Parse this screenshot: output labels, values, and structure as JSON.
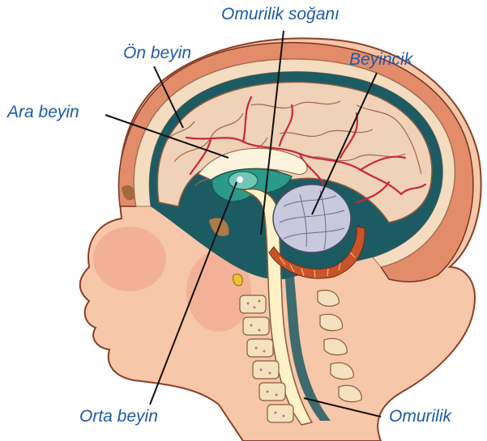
{
  "colors": {
    "label_text": "#1f5aa6",
    "leader_line": "#111111",
    "skin": "#f7c7a9",
    "skin_shadow": "#ef9e86",
    "scalp_outer": "#e38c6a",
    "skull_bone": "#f4dcc0",
    "meninges": "#1d5b63",
    "cerebrum": "#efd2b8",
    "blood_vessel": "#c8283a",
    "diencephalon_teal": "#2b9a8a",
    "cerebellum": "#c8c9dd",
    "cerebellum_stripes": "#c7542b",
    "spinal_cord": "#fff2c8",
    "vertebra": "#f3e1bf"
  },
  "labels": {
    "medulla": "Omurilik soğanı",
    "forebrain": "Ön beyin",
    "cerebellum": "Beyincik",
    "diencephalon": "Ara beyin",
    "midbrain": "Orta beyin",
    "spinal_cord": "Omurilik"
  }
}
